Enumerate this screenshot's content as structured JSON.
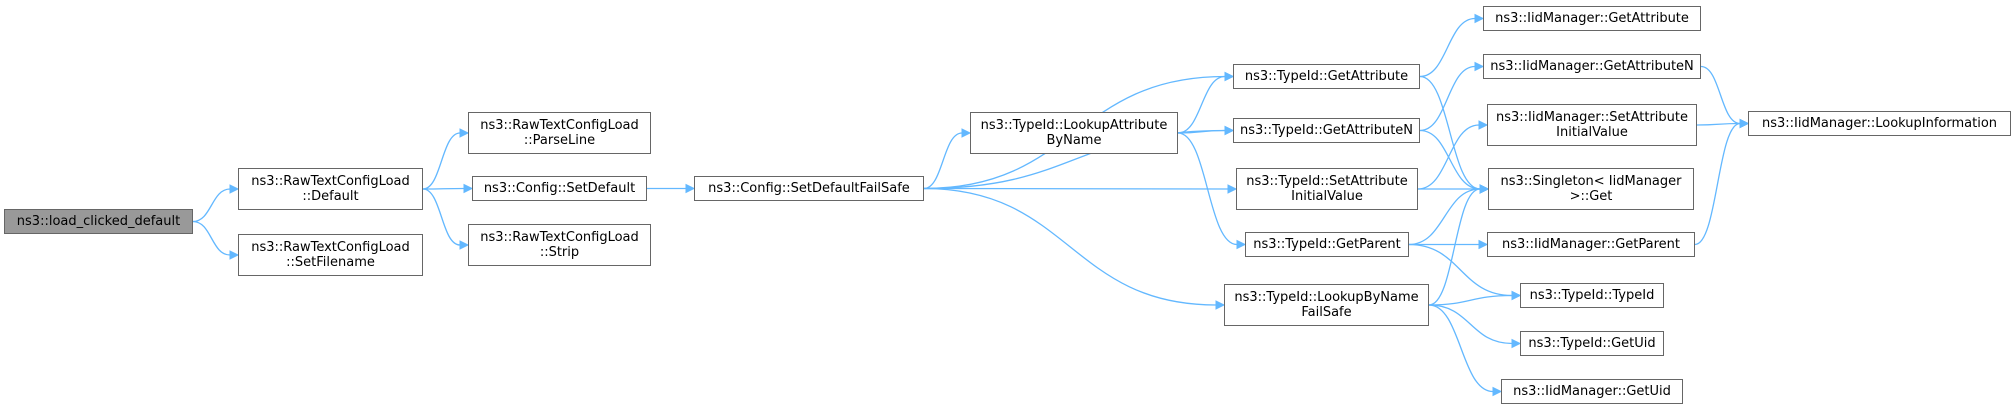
{
  "graph": {
    "nodes": [
      {
        "id": "root",
        "label": "ns3::load_clicked_default"
      },
      {
        "id": "rtcl_default",
        "label": "ns3::RawTextConfigLoad\n::Default"
      },
      {
        "id": "rtcl_setfilename",
        "label": "ns3::RawTextConfigLoad\n::SetFilename"
      },
      {
        "id": "rtcl_parseline",
        "label": "ns3::RawTextConfigLoad\n::ParseLine"
      },
      {
        "id": "config_setdefault",
        "label": "ns3::Config::SetDefault"
      },
      {
        "id": "rtcl_strip",
        "label": "ns3::RawTextConfigLoad\n::Strip"
      },
      {
        "id": "config_setdefaultfailsafe",
        "label": "ns3::Config::SetDefaultFailSafe"
      },
      {
        "id": "typeid_lookupattributebyname",
        "label": "ns3::TypeId::LookupAttribute\nByName"
      },
      {
        "id": "typeid_getattribute",
        "label": "ns3::TypeId::GetAttribute"
      },
      {
        "id": "typeid_getattributen",
        "label": "ns3::TypeId::GetAttributeN"
      },
      {
        "id": "typeid_setattributeinitialvalue",
        "label": "ns3::TypeId::SetAttribute\nInitialValue"
      },
      {
        "id": "typeid_getparent",
        "label": "ns3::TypeId::GetParent"
      },
      {
        "id": "typeid_lookupbynamefailsafe",
        "label": "ns3::TypeId::LookupByName\nFailSafe"
      },
      {
        "id": "iidm_getattribute",
        "label": "ns3::IidManager::GetAttribute"
      },
      {
        "id": "iidm_getattributen",
        "label": "ns3::IidManager::GetAttributeN"
      },
      {
        "id": "iidm_setattributeinitialvalue",
        "label": "ns3::IidManager::SetAttribute\nInitialValue"
      },
      {
        "id": "singleton_get",
        "label": "ns3::Singleton< IidManager\n>::Get"
      },
      {
        "id": "iidm_getparent",
        "label": "ns3::IidManager::GetParent"
      },
      {
        "id": "typeid_typeid",
        "label": "ns3::TypeId::TypeId"
      },
      {
        "id": "typeid_getuid",
        "label": "ns3::TypeId::GetUid"
      },
      {
        "id": "iidm_getuid",
        "label": "ns3::IidManager::GetUid"
      },
      {
        "id": "iidm_lookupinformation",
        "label": "ns3::IidManager::LookupInformation"
      }
    ],
    "edges": [
      [
        "root",
        "rtcl_default"
      ],
      [
        "root",
        "rtcl_setfilename"
      ],
      [
        "rtcl_default",
        "rtcl_parseline"
      ],
      [
        "rtcl_default",
        "config_setdefault"
      ],
      [
        "rtcl_default",
        "rtcl_strip"
      ],
      [
        "config_setdefault",
        "config_setdefaultfailsafe"
      ],
      [
        "config_setdefaultfailsafe",
        "typeid_getattribute"
      ],
      [
        "config_setdefaultfailsafe",
        "typeid_lookupattributebyname"
      ],
      [
        "config_setdefaultfailsafe",
        "typeid_getattributen"
      ],
      [
        "config_setdefaultfailsafe",
        "typeid_setattributeinitialvalue"
      ],
      [
        "config_setdefaultfailsafe",
        "typeid_lookupbynamefailsafe"
      ],
      [
        "typeid_lookupattributebyname",
        "typeid_getattribute"
      ],
      [
        "typeid_lookupattributebyname",
        "typeid_getattributen"
      ],
      [
        "typeid_lookupattributebyname",
        "typeid_getparent"
      ],
      [
        "typeid_getattribute",
        "iidm_getattribute"
      ],
      [
        "typeid_getattribute",
        "singleton_get"
      ],
      [
        "typeid_getattributen",
        "iidm_getattributen"
      ],
      [
        "typeid_getattributen",
        "singleton_get"
      ],
      [
        "typeid_setattributeinitialvalue",
        "iidm_setattributeinitialvalue"
      ],
      [
        "typeid_setattributeinitialvalue",
        "singleton_get"
      ],
      [
        "typeid_getparent",
        "singleton_get"
      ],
      [
        "typeid_getparent",
        "iidm_getparent"
      ],
      [
        "typeid_getparent",
        "typeid_typeid"
      ],
      [
        "typeid_lookupbynamefailsafe",
        "singleton_get"
      ],
      [
        "typeid_lookupbynamefailsafe",
        "typeid_typeid"
      ],
      [
        "typeid_lookupbynamefailsafe",
        "typeid_getuid"
      ],
      [
        "typeid_lookupbynamefailsafe",
        "iidm_getuid"
      ],
      [
        "iidm_getattributen",
        "iidm_lookupinformation"
      ],
      [
        "iidm_setattributeinitialvalue",
        "iidm_lookupinformation"
      ],
      [
        "iidm_getparent",
        "iidm_lookupinformation"
      ]
    ]
  },
  "colors": {
    "edge": "#63b8ff",
    "node_border": "#666666",
    "root_fill": "#999999"
  }
}
